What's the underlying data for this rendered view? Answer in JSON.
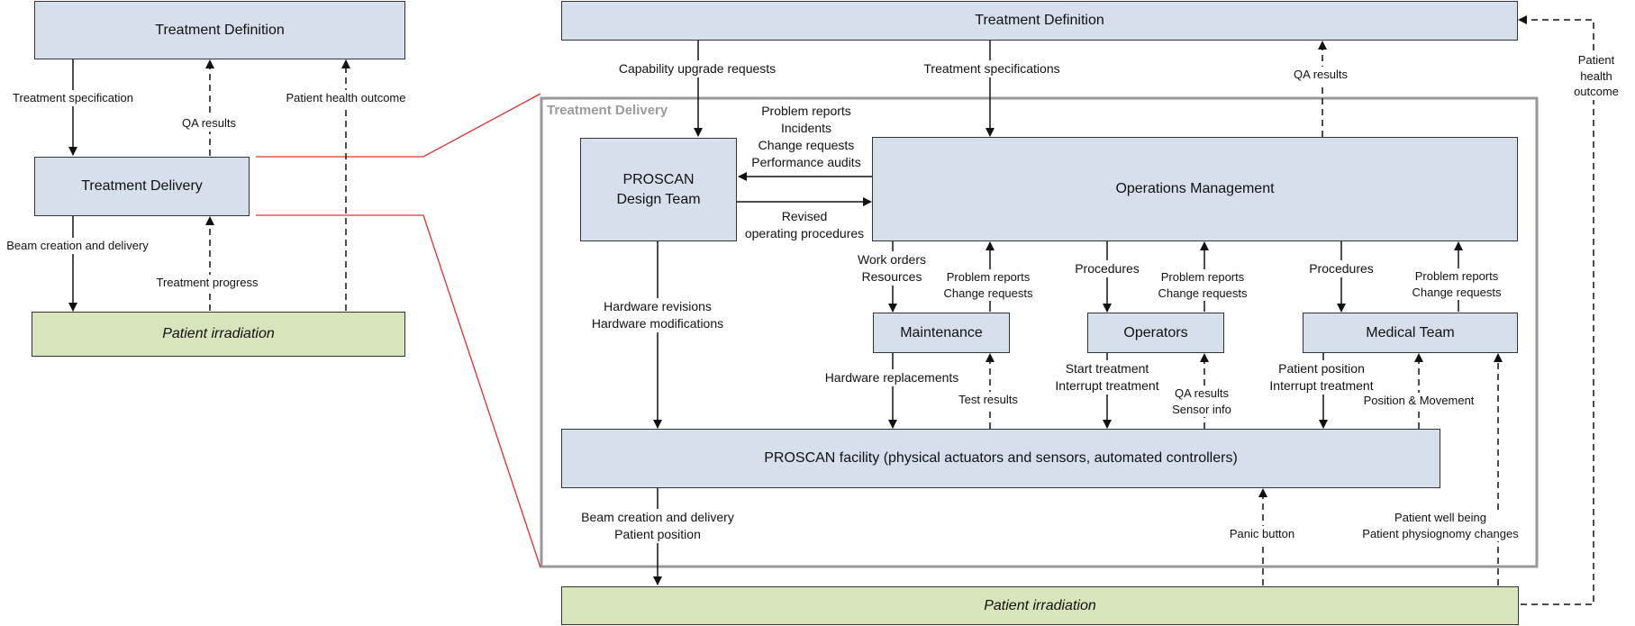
{
  "left": {
    "treatment_definition": "Treatment Definition",
    "treatment_delivery": "Treatment Delivery",
    "patient_irradiation": "Patient irradiation",
    "labels": {
      "treatment_specification": "Treatment specification",
      "qa_results": "QA results",
      "patient_health_outcome": "Patient health outcome",
      "beam_creation": "Beam creation and delivery",
      "treatment_progress": "Treatment progress"
    }
  },
  "right": {
    "treatment_definition": "Treatment Definition",
    "frame_title": "Treatment Delivery",
    "design_team": "PROSCAN\nDesign Team",
    "operations_management": "Operations Management",
    "maintenance": "Maintenance",
    "operators": "Operators",
    "medical_team": "Medical Team",
    "facility": "PROSCAN facility (physical actuators and sensors, automated controllers)",
    "patient_irradiation": "Patient irradiation",
    "labels": {
      "capability_upgrade": "Capability upgrade requests",
      "treatment_specifications": "Treatment specifications",
      "qa_results_top": "QA results",
      "patient_health_outcome": "Patient health\noutcome",
      "problem_reports_ops": "Problem reports\nIncidents\nChange requests\nPerformance audits",
      "revised_procedures": "Revised\noperating procedures",
      "hardware_revisions": "Hardware revisions\nHardware modifications",
      "work_orders": "Work orders\nResources",
      "problem_reports_maint": "Problem reports\nChange requests",
      "procedures_operators": "Procedures",
      "problem_reports_operators": "Problem reports\nChange requests",
      "procedures_medical": "Procedures",
      "problem_reports_medical": "Problem reports\nChange requests",
      "hardware_replacements": "Hardware replacements",
      "test_results": "Test results",
      "start_treatment": "Start treatment\nInterrupt treatment",
      "qa_results_sensor": "QA results\nSensor info",
      "patient_position_interrupt": "Patient position\nInterrupt treatment",
      "position_movement": "Position & Movement",
      "beam_creation": "Beam creation and delivery\nPatient position",
      "panic_button": "Panic button",
      "patient_well_being": "Patient well being\nPatient physiognomy changes"
    }
  },
  "colors": {
    "box_fill": "#d6e0ec",
    "patient_fill": "#d8e4bc",
    "frame_stroke": "#999999",
    "zoom_lines": "#e03030",
    "frame_title": "#9a9a9a"
  }
}
